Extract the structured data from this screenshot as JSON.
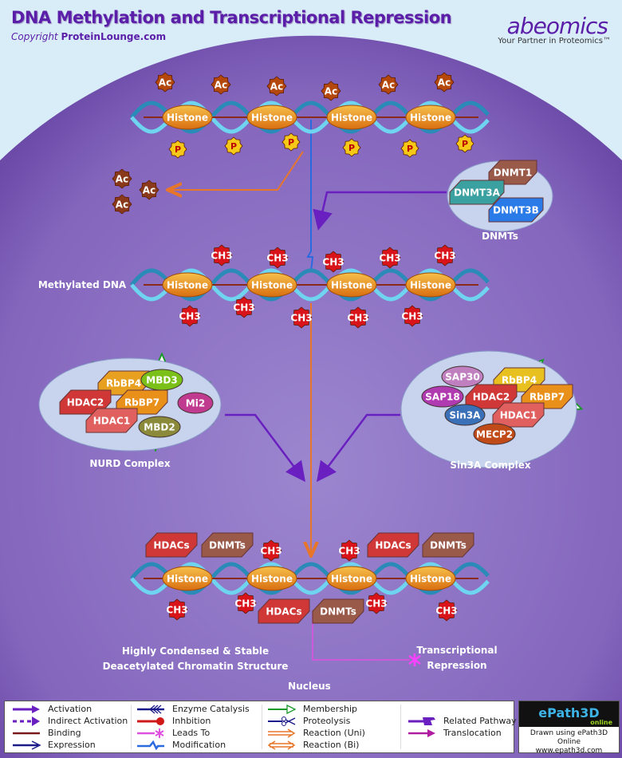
{
  "header": {
    "title": "DNA Methylation and Transcriptional Repression",
    "copyright_prefix": "Copyright",
    "copyright_site": "ProteinLounge.com",
    "brand": "abeomics",
    "brand_tagline": "Your Partner in Proteomics™"
  },
  "colors": {
    "nucleus": "#8a6fc4",
    "background": "#d9edf8",
    "title": "#5b1ea8",
    "histone": "#e8901a",
    "dna": "#5ac8e8"
  },
  "diagram": {
    "histone_label": "Histone",
    "acetyl_label": "Ac",
    "phosphate_label": "P",
    "methyl_label": "CH3",
    "methylated_dna_label": "Methylated DNA",
    "dnmts": {
      "label": "DNMTs",
      "members": [
        "DNMT1",
        "DNMT3A",
        "DNMT3B"
      ]
    },
    "nurd": {
      "label": "NURD Complex",
      "members": [
        "RbBP4",
        "MBD3",
        "HDAC2",
        "RbBP7",
        "Mi2",
        "HDAC1",
        "MBD2"
      ]
    },
    "sin3a": {
      "label": "Sin3A Complex",
      "members": [
        "SAP30",
        "RbBP4",
        "SAP18",
        "HDAC2",
        "RbBP7",
        "Sin3A",
        "HDAC1",
        "MECP2"
      ]
    },
    "hdacs_label": "HDACs",
    "dnmts_label": "DNMTs",
    "chromatin_label_1": "Highly Condensed & Stable",
    "chromatin_label_2": "Deacetylated Chromatin Structure",
    "repression_label_1": "Transcriptional",
    "repression_label_2": "Repression",
    "nucleus_label": "Nucleus"
  },
  "legend": {
    "col1": [
      "Activation",
      "Indirect Activation",
      "Binding",
      "Expression"
    ],
    "col2": [
      "Enzyme Catalysis",
      "Inhbition",
      "Leads To",
      "Modification"
    ],
    "col3": [
      "Membership",
      "Proteolysis",
      "Reaction (Uni)",
      "Reaction (Bi)"
    ],
    "col4": [
      "Related Pathway",
      "Translocation"
    ]
  },
  "epath": {
    "logo": "ePath3D",
    "logo_sub": "online",
    "line1": "Drawn using ePath3D Online",
    "line2": "www.epath3d.com"
  }
}
